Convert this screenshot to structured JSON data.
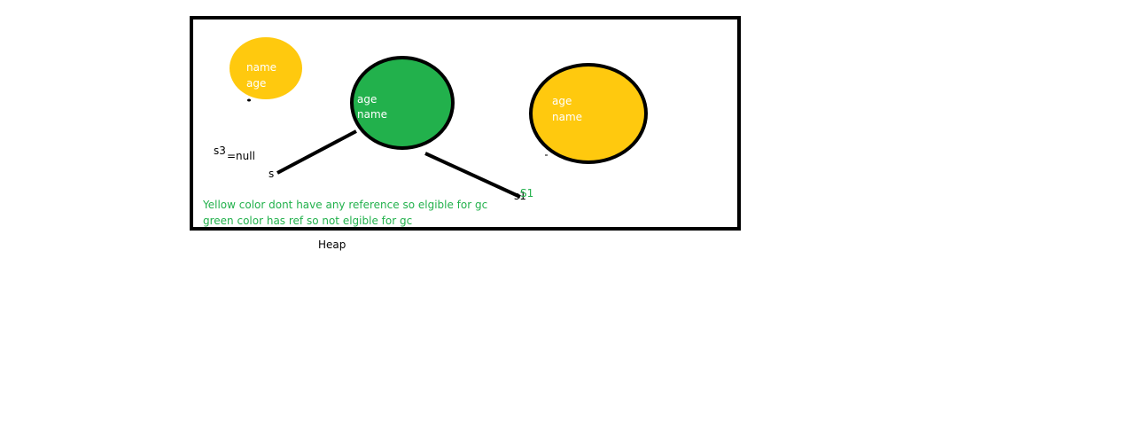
{
  "diagram": {
    "yellow_object_1": {
      "line1": "name",
      "line2": "age"
    },
    "green_object": {
      "line1": "age",
      "line2": "name"
    },
    "yellow_object_2": {
      "line1": "age",
      "line2": "name"
    },
    "references": {
      "s3_prefix": "s3",
      "s3_assignment": "=null",
      "s": "s",
      "s1_overlap_black": "s1",
      "s1_green": "S1"
    },
    "notes": {
      "line1": "Yellow color dont have any reference so elgible for gc",
      "line2": "green color has ref so not elgible for gc"
    },
    "caption": "Heap"
  },
  "colors": {
    "yellow": "#FFC90E",
    "green": "#22B14C",
    "black": "#000000",
    "label_white": "#FFFFFF",
    "note_green": "#22B14C"
  }
}
